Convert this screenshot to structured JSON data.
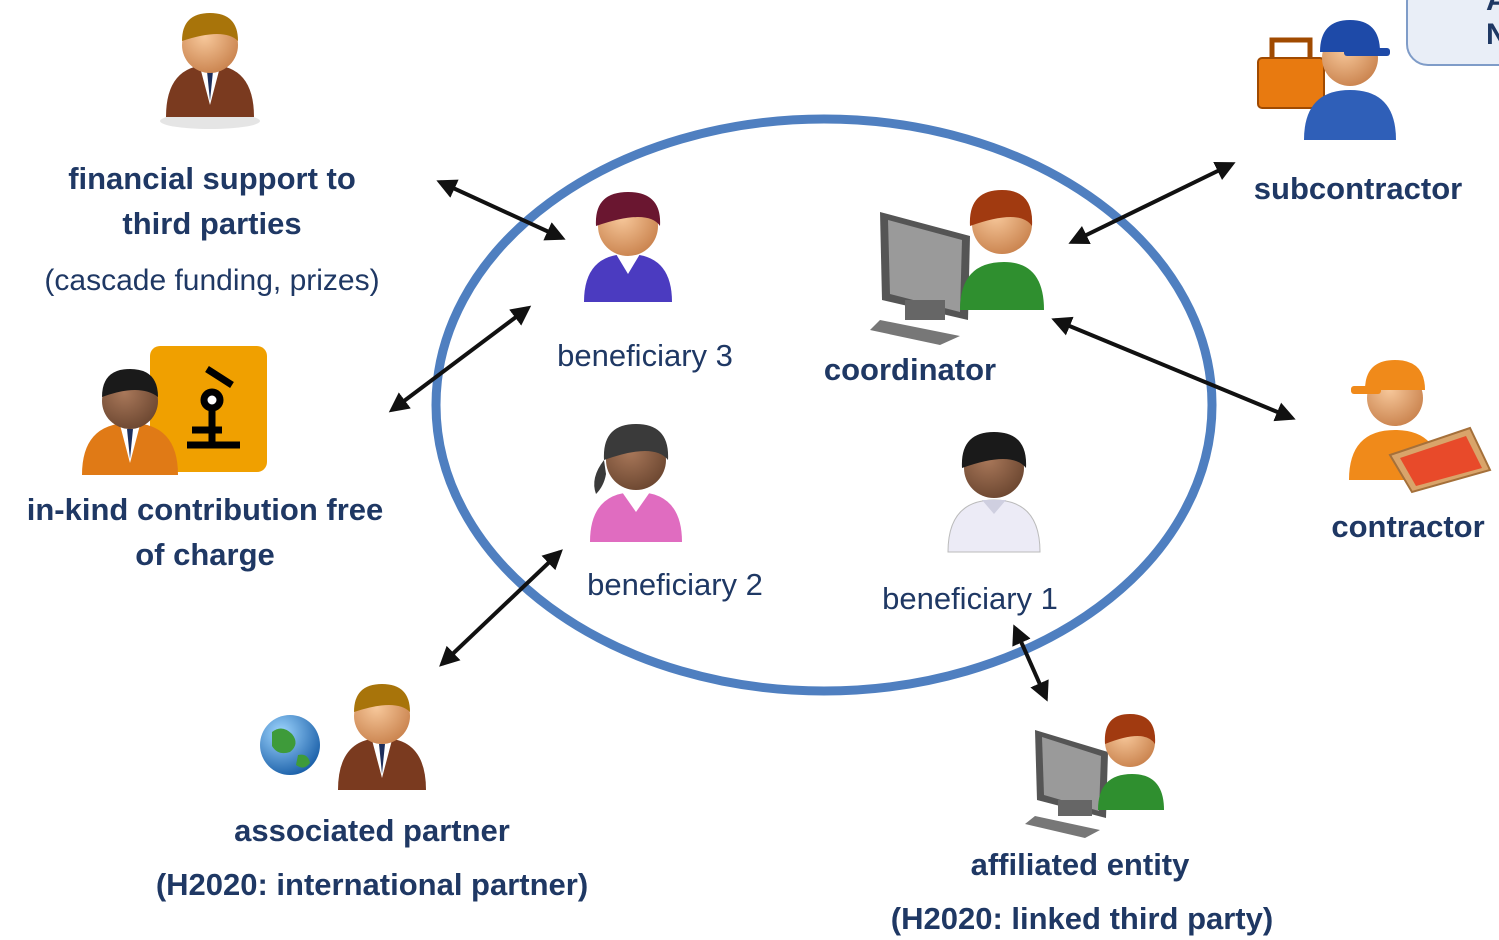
{
  "nodes": {
    "financial_support": {
      "line1": "financial support to",
      "line2": "third parties",
      "line3": "(cascade funding, prizes)"
    },
    "in_kind": {
      "line1": "in-kind contribution free",
      "line2": "of charge"
    },
    "associated_partner": {
      "line1": "associated partner",
      "line2": "(H2020: international partner)"
    },
    "beneficiary_3": {
      "label": "beneficiary 3"
    },
    "coordinator": {
      "label": "coordinator"
    },
    "beneficiary_2": {
      "label": "beneficiary 2"
    },
    "beneficiary_1": {
      "label": "beneficiary 1"
    },
    "subcontractor": {
      "label": "subcontractor"
    },
    "contractor": {
      "label": "contractor"
    },
    "affiliated_entity": {
      "line1": "affiliated entity",
      "line2": "(H2020: linked third party)"
    }
  },
  "corner_box": {
    "line1": "A",
    "line2": "N"
  },
  "colors": {
    "ring": "#4f7fc0",
    "text": "#1f3864",
    "arrow": "#111111"
  }
}
